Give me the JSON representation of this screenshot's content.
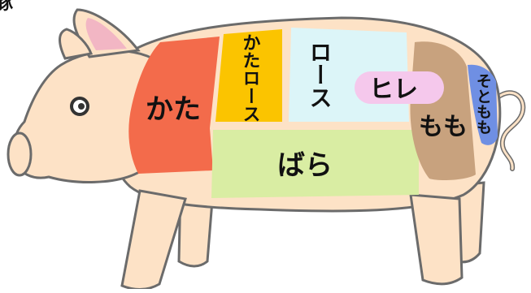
{
  "title": "豚",
  "colors": {
    "outline": "#6b6b6b",
    "body": "#fde2c6",
    "ear_inner": "#f2b6c4",
    "nose": "#fde2c6",
    "eye": "#333333"
  },
  "cuts": {
    "kata": {
      "label": "かた",
      "color": "#f36b4b"
    },
    "kataroast": {
      "label": "かたロース",
      "color": "#fbc400"
    },
    "roast": {
      "label": "ロース",
      "color": "#dcf5f8"
    },
    "hire": {
      "label": "ヒレ",
      "color": "#f5c8ec"
    },
    "momo": {
      "label": "もも",
      "color": "#c8a27e"
    },
    "sotomomo": {
      "label": "そともも",
      "color": "#6f8fe3"
    },
    "bara": {
      "label": "ばら",
      "color": "#d9eda3"
    }
  }
}
